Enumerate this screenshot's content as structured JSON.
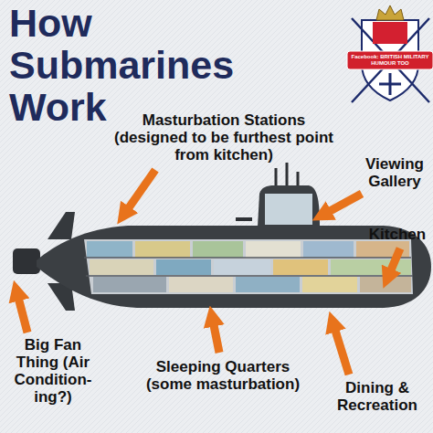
{
  "diagram": {
    "title": "How Submarines Work",
    "labels": [
      "Masturbation Stations (designed to be furthest point from kitchen)",
      "Viewing Gallery",
      "Kitchen",
      "Big Fan Thing (Air Condition- ing?)",
      "Sleeping Quarters (some masturbation)",
      "Dining & Recreation",
      "Facebook: BRITISH MILITARY HUMOUR TOO"
    ]
  }
}
